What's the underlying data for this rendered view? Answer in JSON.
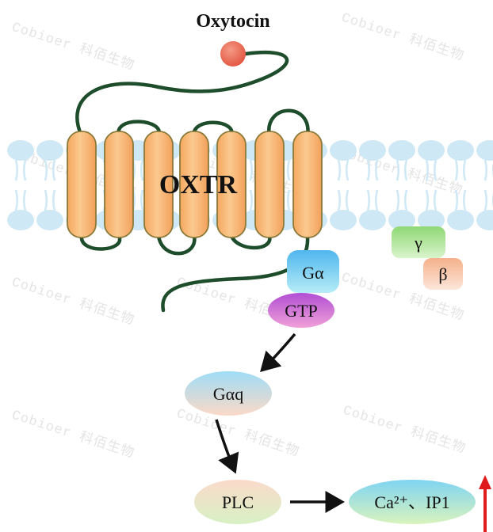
{
  "ligand": {
    "name": "Oxytocin",
    "color": "#e8604e"
  },
  "receptor": {
    "name": "OXTR",
    "helix_count": 7,
    "helix_fill": "#f7b777",
    "loop_color": "#1e4d2b"
  },
  "g_protein": {
    "alpha": "Gα",
    "gtp": "GTP",
    "gamma": "γ",
    "beta": "β"
  },
  "pathway": {
    "gaq": "Gαq",
    "plc": "PLC",
    "products": "Ca²⁺、IP1"
  },
  "watermark": {
    "text": "Cobioer 科佰生物"
  },
  "colors": {
    "membrane": "#cfe8f5",
    "alpha_box": "#5fc3ea",
    "gtp": "#c061d0",
    "gamma": "#a6e38f",
    "beta": "#f6c6a8",
    "up_arrow": "#e01b1b"
  }
}
